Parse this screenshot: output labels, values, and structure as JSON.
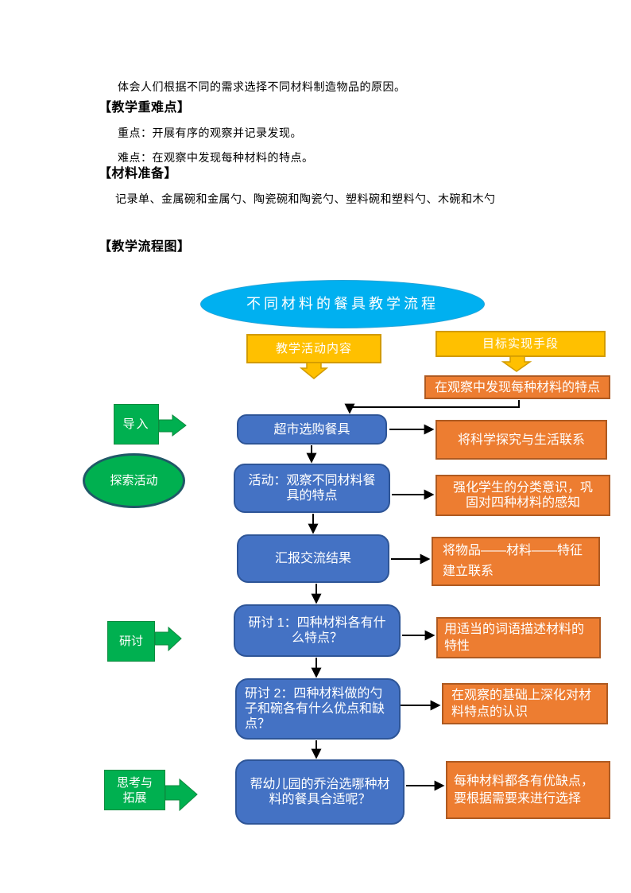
{
  "document": {
    "intro": "体会人们根据不同的需求选择不同材料制造物品的原因。",
    "key_points_heading": "【教学重难点】",
    "key_point": "重点：开展有序的观察并记录发现。",
    "difficult_point": "难点：在观察中发现每种材料的特点。",
    "materials_heading": "【材料准备】",
    "materials": "记录单、金属碗和金属勺、陶瓷碗和陶瓷勺、塑料碗和塑料勺、木碗和木勺",
    "flowchart_heading": "【教学流程图】"
  },
  "flowchart": {
    "title": "不同材料的餐具教学流程",
    "left_column_header": "教学活动内容",
    "right_column_header": "目标实现手段",
    "goal_overview": "在观察中发现每种材料的特点",
    "stages": [
      "导入",
      "探索活动",
      "研讨",
      "思考与拓展"
    ],
    "activities": [
      "超市选购餐具",
      "活动：观察不同材料餐具的特点",
      "汇报交流结果",
      "研讨 1：四种材料各有什么特点？",
      "研讨 2：四种材料做的勺子和碗各有什么优点和缺点？",
      "帮幼儿园的乔治选哪种材料的餐具合适呢？"
    ],
    "goals": [
      "将科学探究与生活联系",
      "强化学生的分类意识，巩固对四种材料的感知",
      "将物品——材料——特征建立联系",
      "用适当的词语描述材料的特性",
      "在观察的基础上深化对材料特点的认识",
      "每种材料都各有优缺点，要根据需要来进行选择"
    ],
    "colors": {
      "title_fill": "#00B0F0",
      "column_header_fill": "#FFC000",
      "activity_fill": "#4472C4",
      "activity_border": "#2E5597",
      "goal_fill": "#ED7D31",
      "goal_border": "#AE5A21",
      "stage_fill": "#00B050",
      "connector": "#000000"
    }
  }
}
